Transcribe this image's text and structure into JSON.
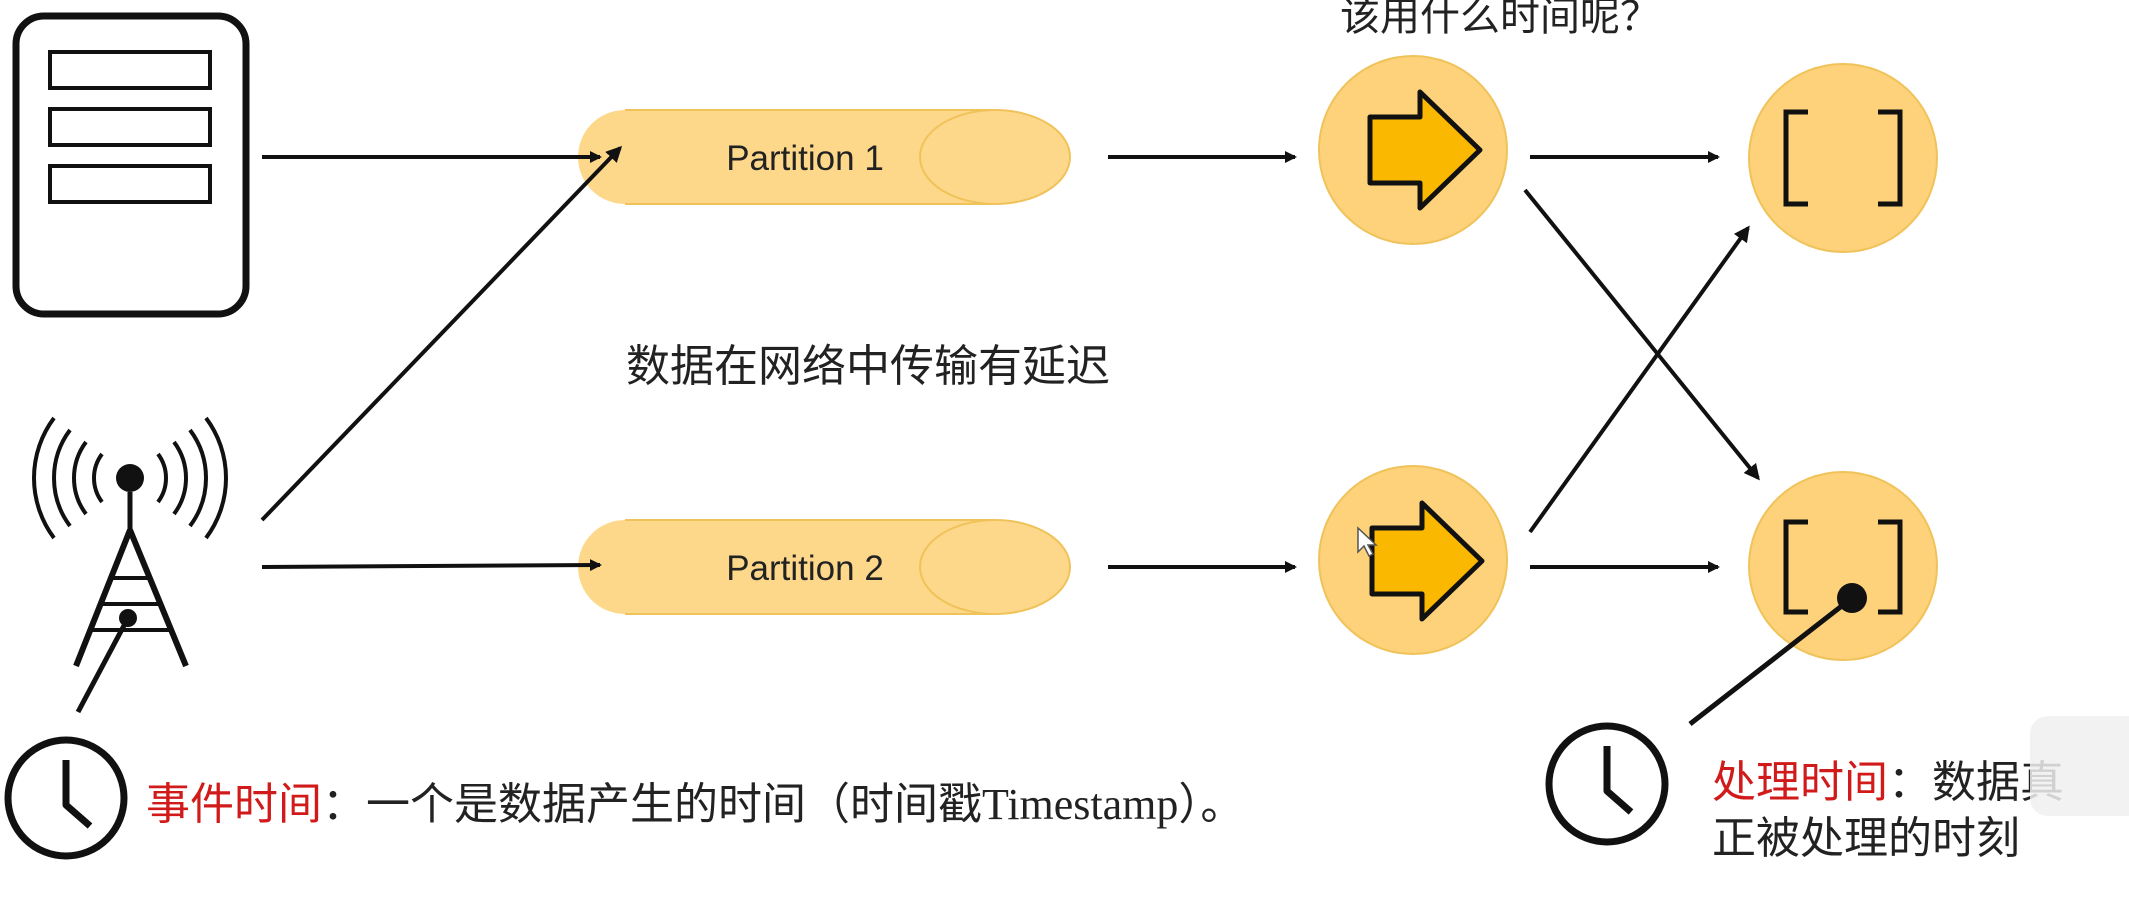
{
  "top_question": "该用什么时间呢？",
  "network_delay_text": "数据在网络中传输有延迟",
  "partitions": [
    "Partition 1",
    "Partition 2"
  ],
  "event_time": {
    "label": "事件时间",
    "separator": "：",
    "desc": "一个是数据产生的时间（时间戳Timestamp）。"
  },
  "processing_time": {
    "label": "处理时间",
    "separator": "：",
    "desc_line1": "数据真",
    "desc_line2": "正被处理的时刻"
  },
  "colors": {
    "partition_fill": "#fdd88a",
    "operator_fill": "#fdd27a",
    "arrow_fill": "#fbb800",
    "highlight": "#d11a1a"
  },
  "icons": [
    "server-icon",
    "antenna-tower-icon",
    "clock-icon",
    "arrow-operator-icon",
    "window-sink-icon"
  ]
}
